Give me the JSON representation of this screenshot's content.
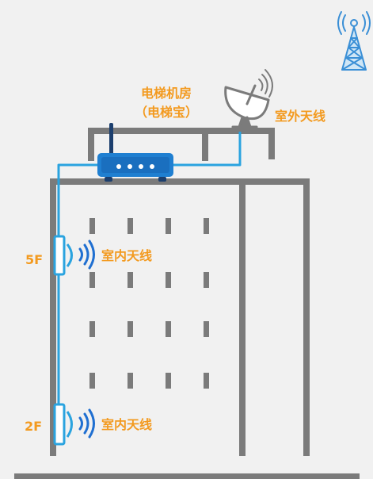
{
  "labels": {
    "machine_room": "电梯机房",
    "elevator_box": "（电梯宝）",
    "outdoor_antenna": "室外天线",
    "indoor_antenna_5f": "室内天线",
    "indoor_antenna_2f": "室内天线",
    "floor_5f": "5F",
    "floor_2f": "2F"
  },
  "colors": {
    "label": "#f39a1f",
    "building": "#7b7b7b",
    "cable": "#2aa3df",
    "router": "#1f7fd1",
    "background": "#f1f1f1"
  },
  "icons": {
    "cell_tower": "cell-tower-icon",
    "satellite_dish": "satellite-dish-icon",
    "router": "router-icon",
    "signal_waves": "signal-waves-icon"
  }
}
